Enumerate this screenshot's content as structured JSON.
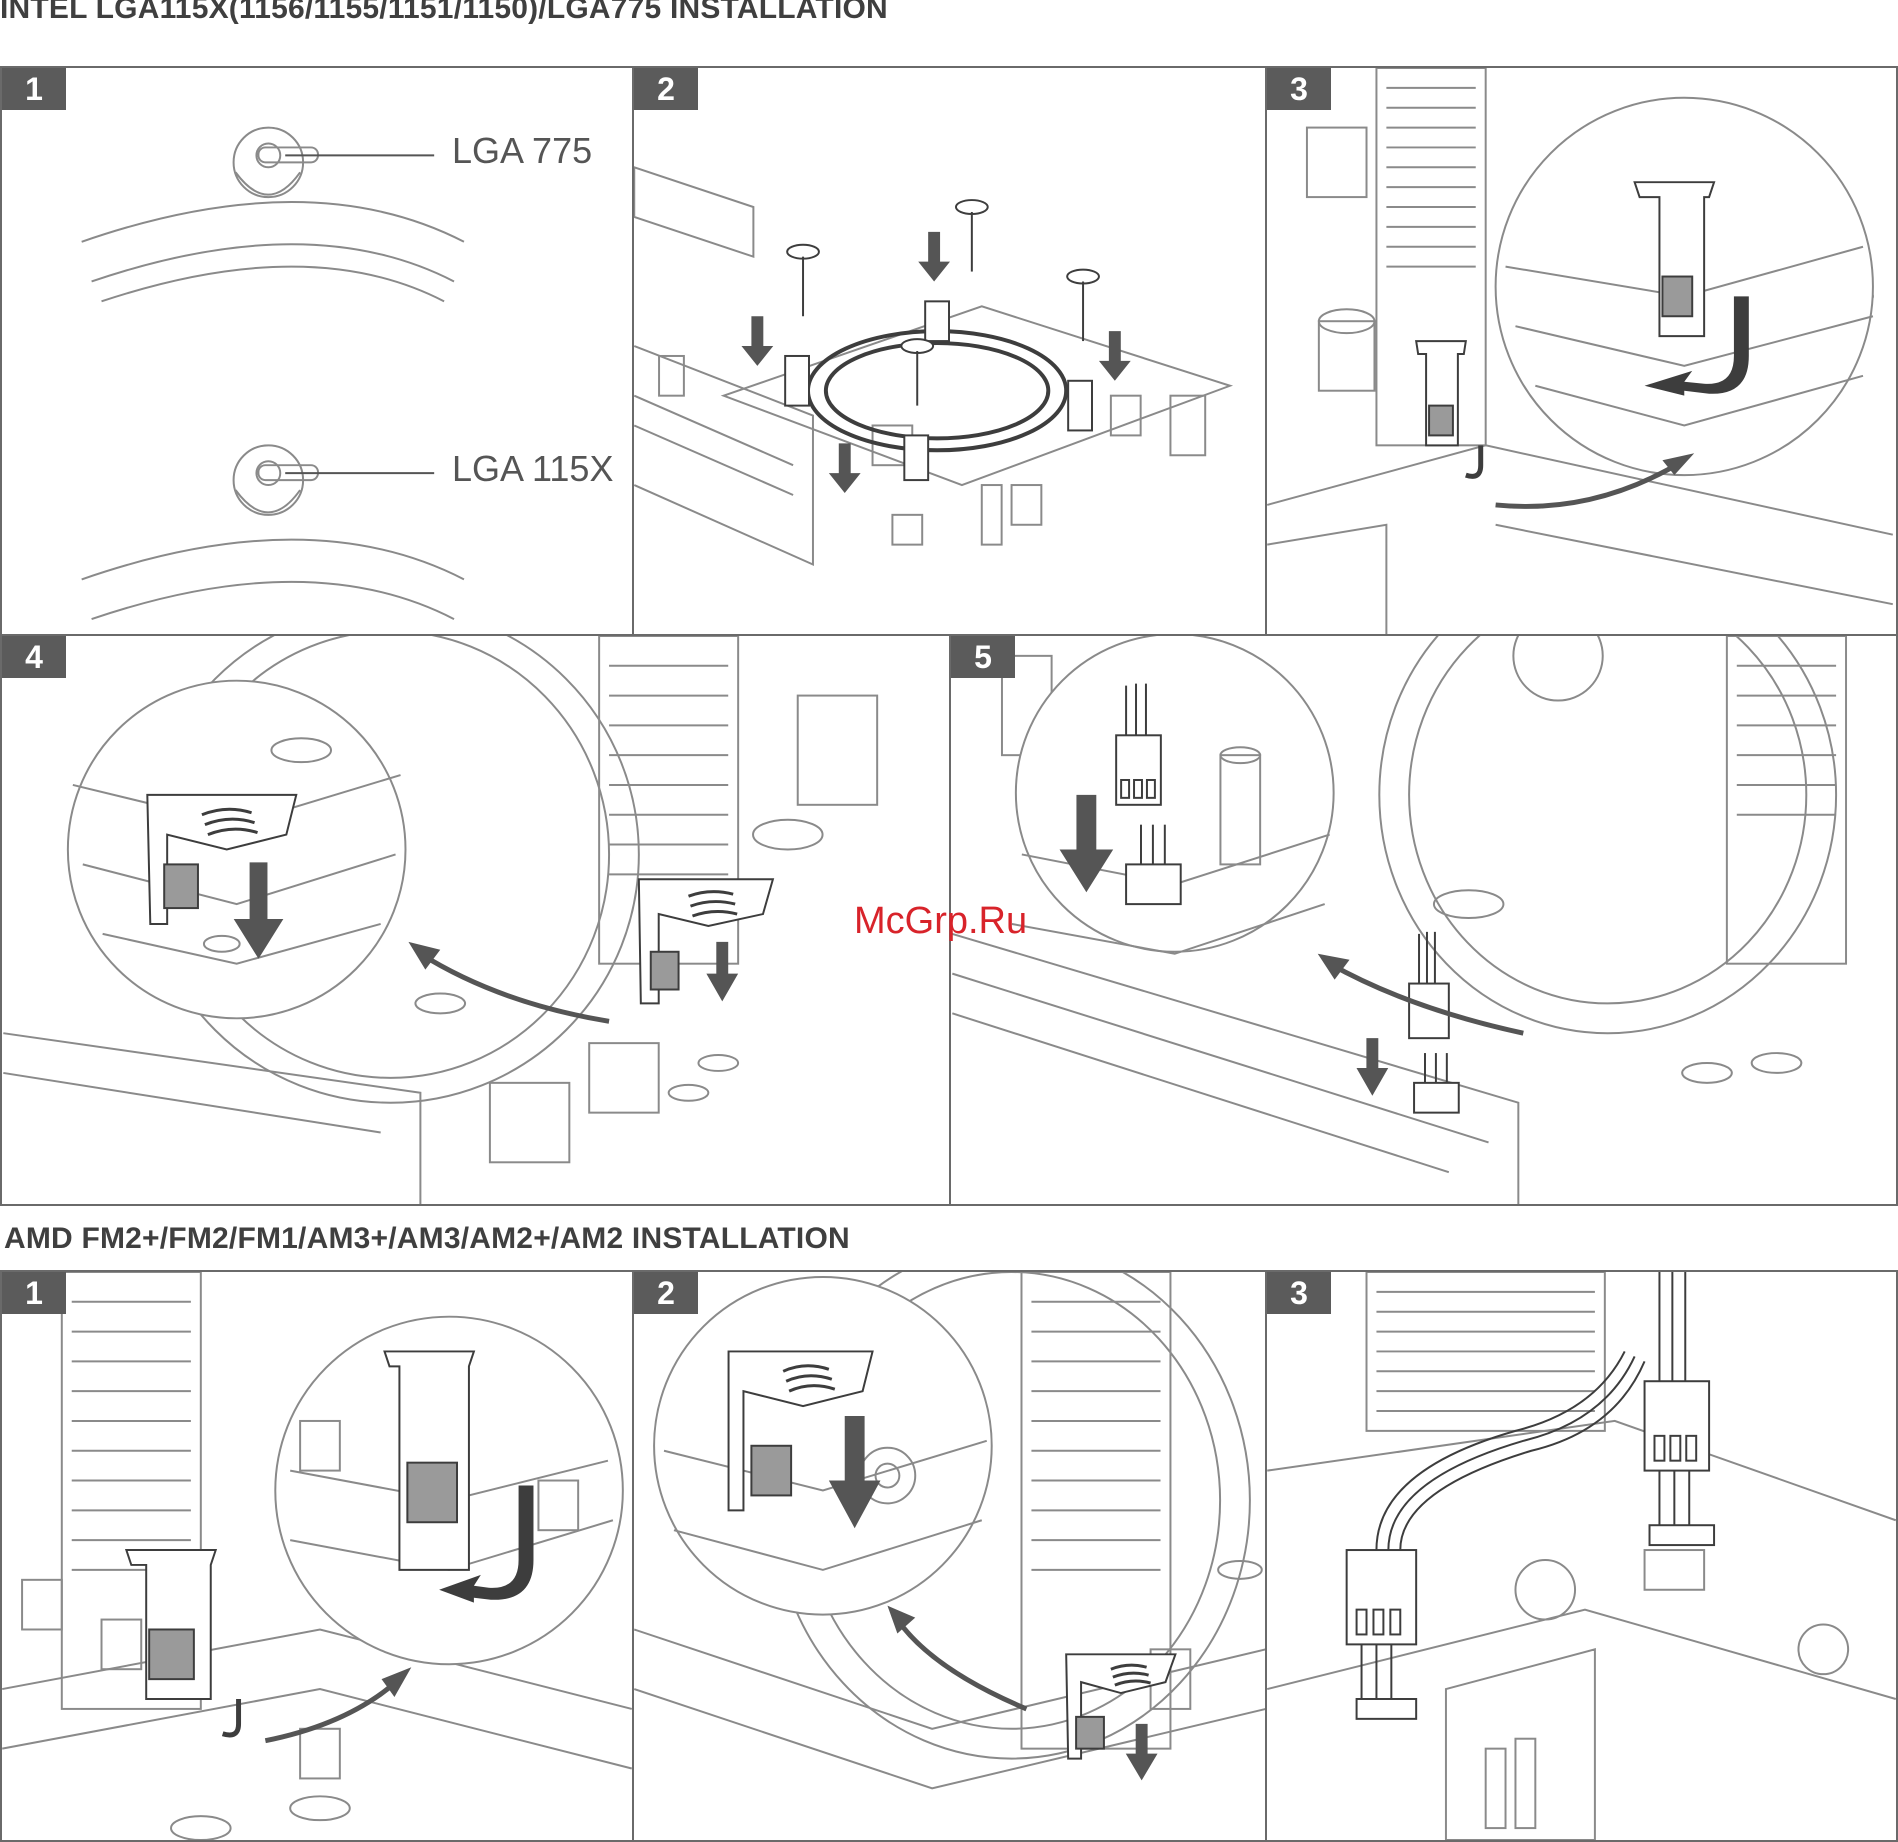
{
  "intel": {
    "title": "INTEL LGA115X(1156/1155/1151/1150)/LGA775 INSTALLATION",
    "steps": [
      {
        "number": "1",
        "labels": [
          "LGA 775",
          "LGA 115X"
        ]
      },
      {
        "number": "2"
      },
      {
        "number": "3"
      },
      {
        "number": "4"
      },
      {
        "number": "5"
      }
    ]
  },
  "amd": {
    "title": "AMD FM2+/FM2/FM1/AM3+/AM3/AM2+/AM2 INSTALLATION",
    "steps": [
      {
        "number": "1"
      },
      {
        "number": "2"
      },
      {
        "number": "3"
      }
    ]
  },
  "watermark": "McGrp.Ru",
  "colors": {
    "badge": "#5b5b5b",
    "line_art": "#8a8a8a",
    "arrow": "#555555",
    "clip_gray": "#9a9a9a",
    "watermark": "#d8232a"
  }
}
